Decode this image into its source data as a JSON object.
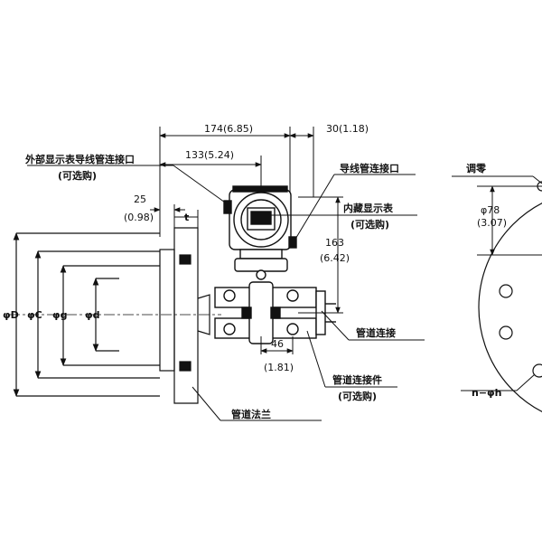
{
  "dimensions": {
    "d174": "174(6.85)",
    "d30": "30(1.18)",
    "d133": "133(5.24)",
    "d25": "25",
    "d25in": "(0.98)",
    "d163": "163",
    "d163in": "(6.42)",
    "d46": "46",
    "d46in": "(1.81)",
    "d78": "φ78",
    "d78in": "(3.07)"
  },
  "symbols": {
    "D": "φD",
    "C": "φC",
    "g": "φg",
    "d": "φd",
    "t": "t",
    "nh": "n−φh"
  },
  "labels": {
    "ext_display_conduit": "外部显示表导线管连接口",
    "ext_display_optional": "(可选购)",
    "conduit_connection": "导线管连接口",
    "builtin_display": "内藏显示表",
    "builtin_optional": "(可选购)",
    "pipe_connection": "管道连接",
    "pipe_fitting": "管道连接件",
    "pipe_fitting_optional": "(可选购)",
    "pipe_flange": "管道法兰",
    "zero_adjust": "调零"
  }
}
